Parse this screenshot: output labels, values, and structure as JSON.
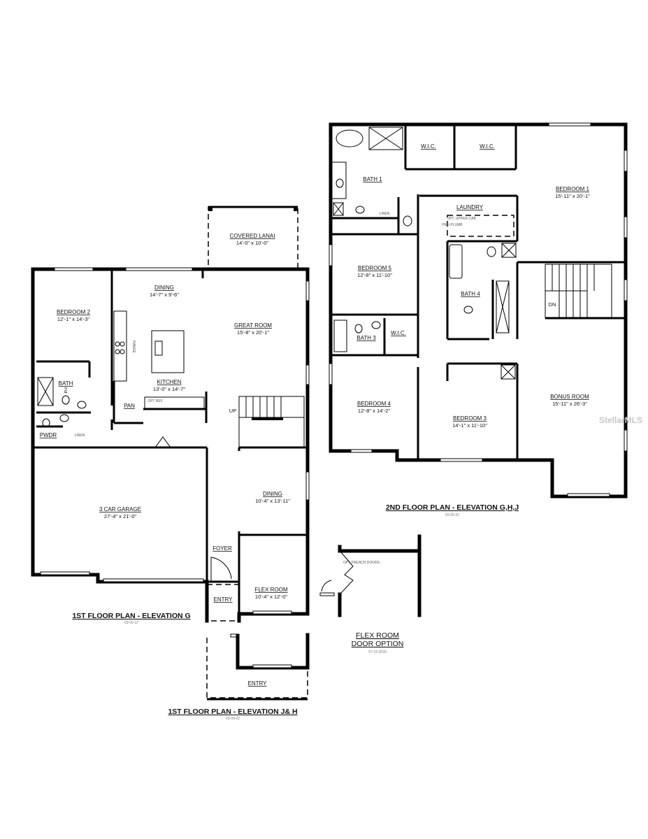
{
  "first_floor": {
    "title": "1ST FLOOR PLAN - ELEVATION G",
    "date": "03-09-22",
    "rooms": {
      "covered_lanai": {
        "name": "COVERED LANAI",
        "size": "14'-0\" x 10'-0\""
      },
      "dining": {
        "name": "DINING",
        "size": "14'-7\" x 9'-6\""
      },
      "bedroom2": {
        "name": "BEDROOM 2",
        "size": "12'-1\" x 14'-3\""
      },
      "great_room": {
        "name": "GREAT ROOM",
        "size": "15'-8\" x 20'-1\""
      },
      "kitchen": {
        "name": "KITCHEN",
        "size": "13'-0\" x 14'-7\""
      },
      "bath2": {
        "name": "BATH",
        "name2": "2"
      },
      "pan": {
        "name": "PAN"
      },
      "pwdr": {
        "name": "PWDR"
      },
      "garage": {
        "name": "3 CAR GARAGE",
        "size": "27'-4\" x 21'-0\""
      },
      "dining2": {
        "name": "DINING",
        "size": "10'-4\" x 13'-11\""
      },
      "foyer": {
        "name": "FOYER"
      },
      "flex_room": {
        "name": "FLEX ROOM",
        "size": "10'-4\" x 12'-0\""
      },
      "entry": {
        "name": "ENTRY"
      }
    },
    "notes": {
      "up": "UP",
      "linen": "LINEN",
      "range": "RANGE",
      "opt_ref": "OPT REF"
    }
  },
  "elevation_jh": {
    "title": "1ST FLOOR PLAN - ELEVATION J& H",
    "date": "03-09-22",
    "entry": "ENTRY"
  },
  "flex_door_option": {
    "title_line1": "FLEX ROOM",
    "title_line2": "DOOR OPTION",
    "date": "07-15-2020",
    "note": "OPT FRENCH DOORS"
  },
  "second_floor": {
    "title": "2ND FLOOR PLAN - ELEVATION G,H,J",
    "date": "03-09-22",
    "rooms": {
      "bath1": {
        "name": "BATH 1"
      },
      "wic_a": {
        "name": "W.I.C."
      },
      "wic_b": {
        "name": "W.I.C."
      },
      "bedroom1": {
        "name": "BEDROOM 1",
        "size": "15'-11\" x 20'-1\""
      },
      "laundry": {
        "name": "LAUNDRY"
      },
      "bedroom5": {
        "name": "BEDROOM 5",
        "size": "12'-8\" x 11'-10\""
      },
      "bath4": {
        "name": "BATH 4"
      },
      "bath3": {
        "name": "BATH 3"
      },
      "wic_c": {
        "name": "W.I.C."
      },
      "bedroom4": {
        "name": "BEDROOM 4",
        "size": "12'-8\" x 14'-2\""
      },
      "bedroom3": {
        "name": "BEDROOM 3",
        "size": "14'-1\" x 11'-10\""
      },
      "bonus_room": {
        "name": "BONUS ROOM",
        "size": "15'-11\" x 26'-3\""
      }
    },
    "notes": {
      "dn": "DN",
      "opt_upper_cab": "OPT. UPPER CAB",
      "pre_plumb": "PRE-PLUMB",
      "linen": "LINEN"
    }
  },
  "watermark": "StellarMLS"
}
